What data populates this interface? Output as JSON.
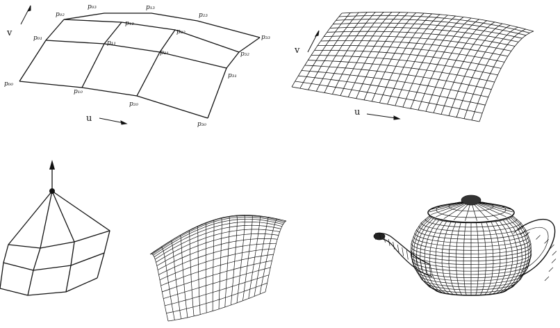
{
  "panel_a": {
    "axis_u": "u",
    "axis_v": "v",
    "points": {
      "p00": "p₀₀",
      "p01": "p₀₁",
      "p02": "p₀₂",
      "p03": "p₀₃",
      "p10": "p₁₀",
      "p11": "p₁₁",
      "p12": "p₁₂",
      "p13": "p₁₃",
      "p20": "p₂₀",
      "p21": "p₂₁",
      "p22": "p₂₂",
      "p23": "p₂₃",
      "p30": "p₃₀",
      "p31": "p₃₁",
      "p32": "p₃₂",
      "p33": "p₃₃"
    }
  },
  "panel_b": {
    "axis_u": "u",
    "axis_v": "v"
  },
  "colors": {
    "ink": "#111111",
    "background": "#ffffff"
  },
  "icons": {
    "arrow": "arrow-icon",
    "control_point": "control-point-dot"
  }
}
